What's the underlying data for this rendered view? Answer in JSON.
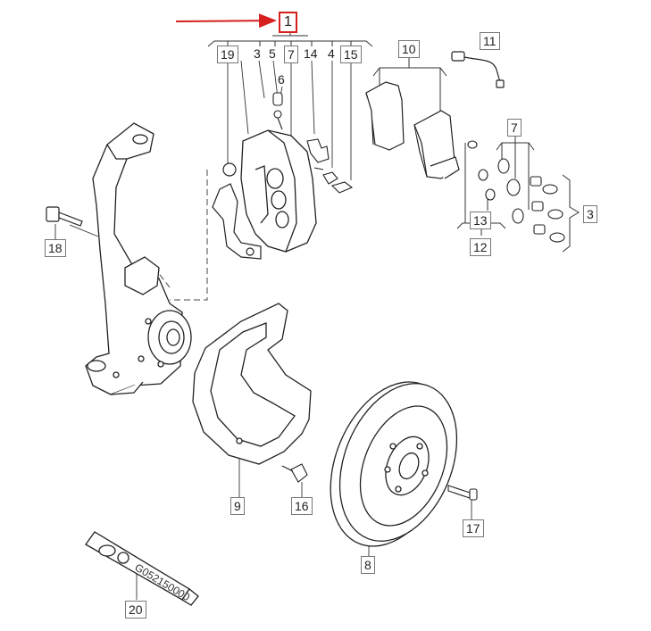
{
  "diagram": {
    "callouts": {
      "c1": "1",
      "c3a": "3",
      "c5": "5",
      "c7a": "7",
      "c14": "14",
      "c4": "4",
      "c15": "15",
      "c19": "19",
      "c6": "6",
      "c10": "10",
      "c11": "11",
      "c7b": "7",
      "c3b": "3",
      "c13": "13",
      "c12": "12",
      "c18": "18",
      "c9": "9",
      "c16": "16",
      "c17": "17",
      "c8": "8",
      "c20": "20"
    },
    "tube_text": "G052150000",
    "accent_color": "#d62020"
  }
}
